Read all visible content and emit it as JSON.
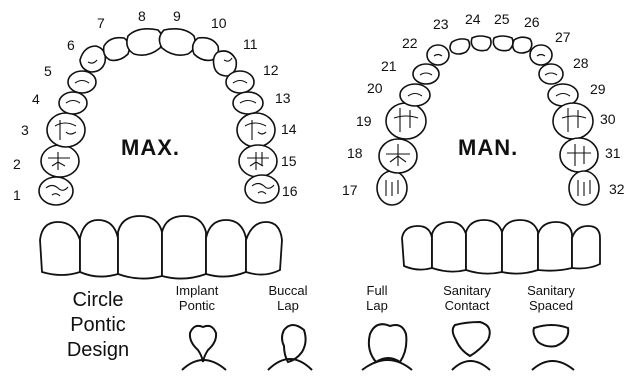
{
  "maxillary": {
    "title": "MAX.",
    "teeth": [
      "1",
      "2",
      "3",
      "4",
      "5",
      "6",
      "7",
      "8",
      "9",
      "10",
      "11",
      "12",
      "13",
      "14",
      "15",
      "16"
    ]
  },
  "mandibular": {
    "title": "MAN.",
    "teeth": [
      "17",
      "18",
      "19",
      "20",
      "21",
      "22",
      "23",
      "24",
      "25",
      "26",
      "27",
      "28",
      "29",
      "30",
      "31",
      "32"
    ]
  },
  "legend": {
    "title_lines": [
      "Circle",
      "Pontic",
      "Design"
    ],
    "options": [
      {
        "lines": [
          "Implant",
          "Pontic"
        ]
      },
      {
        "lines": [
          "Buccal",
          "Lap"
        ]
      },
      {
        "lines": [
          "Full",
          "Lap"
        ]
      },
      {
        "lines": [
          "Sanitary",
          "Contact"
        ]
      },
      {
        "lines": [
          "Sanitary",
          "Spaced"
        ]
      }
    ]
  }
}
